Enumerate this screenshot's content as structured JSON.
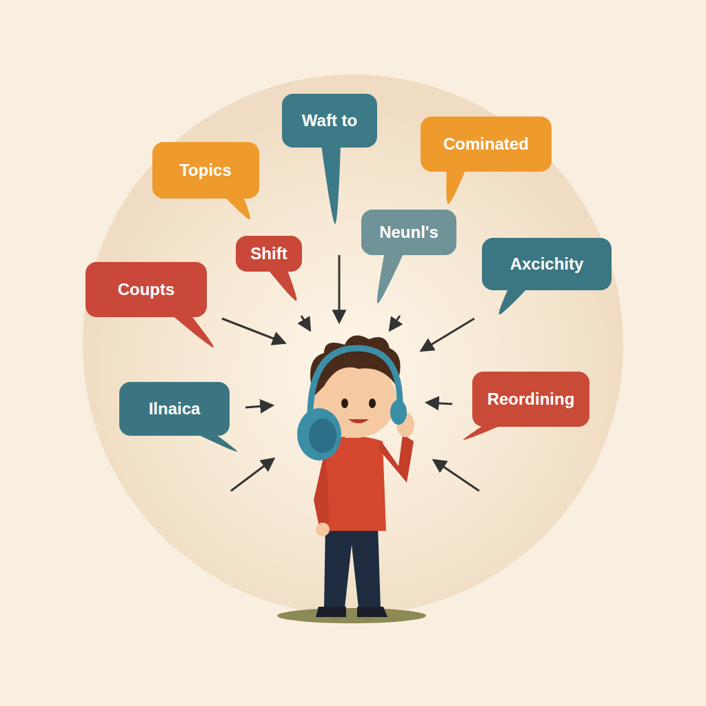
{
  "diagram": {
    "nodes": [
      {
        "text": [
          "Waft to"
        ]
      },
      {
        "text": [
          "Cominated"
        ]
      },
      {
        "text": [
          "Topics"
        ]
      },
      {
        "text": [
          "Neunl's"
        ]
      },
      {
        "text": [
          "Shift"
        ]
      },
      {
        "text": [
          "Axcichity"
        ]
      },
      {
        "text": [
          "Coupts"
        ]
      },
      {
        "text": [
          "Reordining"
        ]
      },
      {
        "text": [
          "Ilnaica"
        ]
      }
    ]
  }
}
